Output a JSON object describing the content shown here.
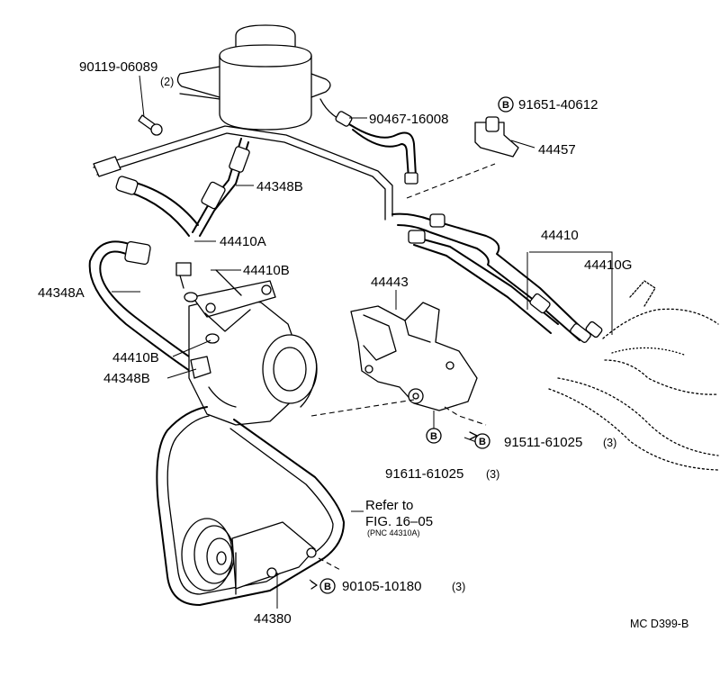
{
  "labels": {
    "p90119": "90119-06089",
    "p90119_qty": "(2)",
    "p90467": "90467-16008",
    "p91651": "91651-40612",
    "p44457": "44457",
    "p44348b_top": "44348B",
    "p44410a": "44410A",
    "p44410b_upper": "44410B",
    "p44410": "44410",
    "p44410g": "44410G",
    "p44348a": "44348A",
    "p44443": "44443",
    "p44410b_lower": "44410B",
    "p44348b_lower": "44348B",
    "p91511": "91511-61025",
    "p91511_qty": "(3)",
    "p91611": "91611-61025",
    "p91611_qty": "(3)",
    "refer_line1": "Refer to",
    "refer_line2": "FIG. 16–05",
    "refer_pnc": "(PNC 44310A)",
    "p90105": "90105-10180",
    "p90105_qty": "(3)",
    "p44380": "44380",
    "drawing_code": "MC D399-B",
    "bolt_marker": "B"
  }
}
